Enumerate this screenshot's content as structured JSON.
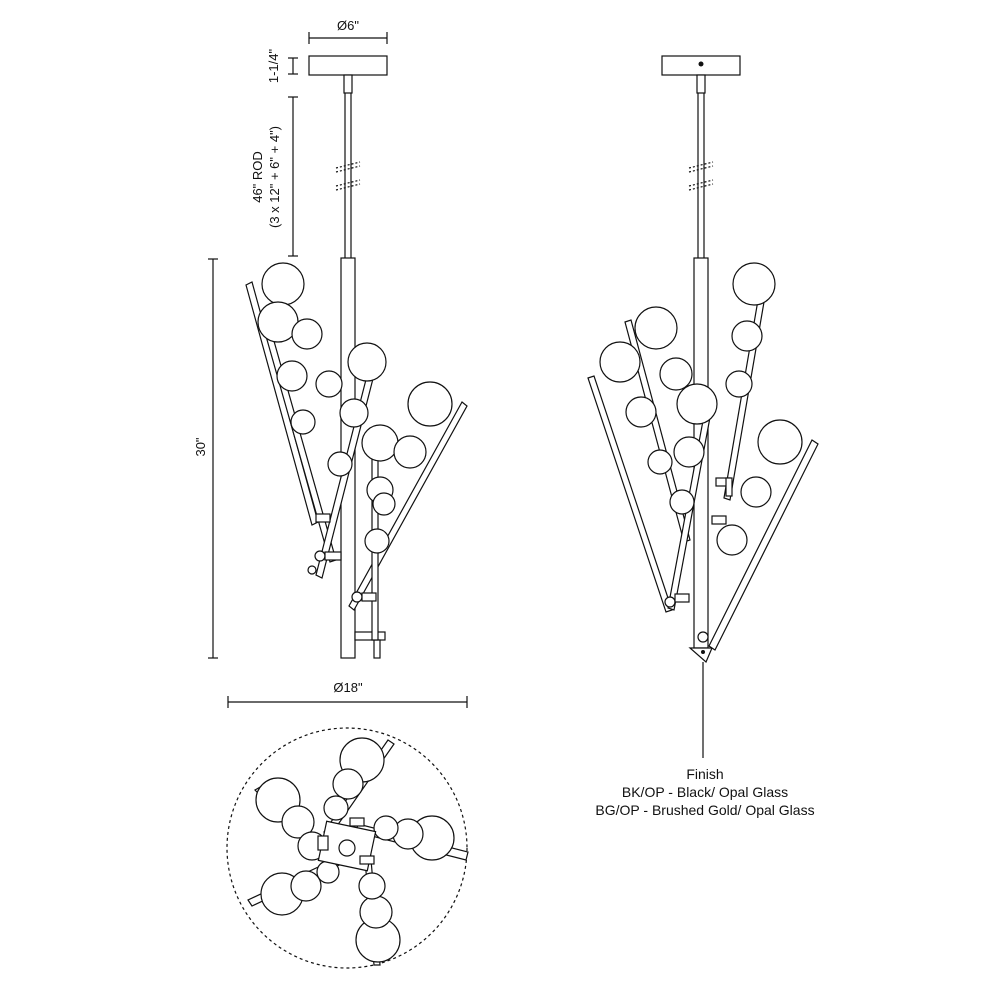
{
  "dimensions": {
    "canopy_diameter": "Ø6\"",
    "canopy_height": "1-1/4\"",
    "rod_length": "46\" ROD",
    "rod_segments": "(3 x 12\" + 6\" + 4\")",
    "fixture_height": "30\"",
    "fixture_diameter": "Ø18\""
  },
  "finish": {
    "title": "Finish",
    "options": [
      "BK/OP - Black/ Opal Glass",
      "BG/OP - Brushed Gold/ Opal Glass"
    ]
  },
  "colors": {
    "line": "#111111",
    "background": "#ffffff",
    "glass_shade": "#f2f2f2"
  }
}
